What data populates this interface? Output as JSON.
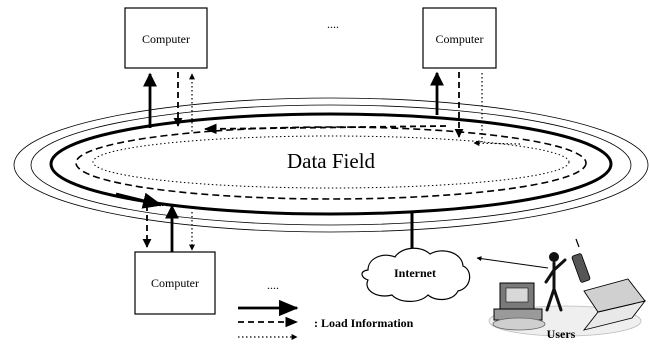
{
  "diagram": {
    "nodes": {
      "computer_top_left": "Computer",
      "computer_top_right": "Computer",
      "computer_bottom_left": "Computer"
    },
    "ellipsis_top": "....",
    "ellipsis_bottom": "....",
    "center_label": "Data Field",
    "internet_label": "Internet",
    "users_label": "Users",
    "legend_label": ": Load Information"
  }
}
